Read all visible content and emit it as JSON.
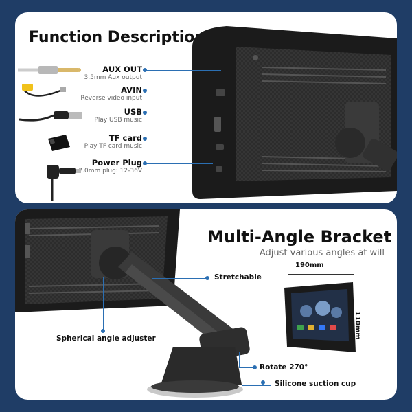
{
  "top_panel": {
    "title": "Function Description",
    "ports": [
      {
        "name": "AUX OUT",
        "desc": "3.5mm Aux output",
        "icon": "audio-jack-icon"
      },
      {
        "name": "AVIN",
        "desc": "Reverse video input",
        "icon": "rca-plug-icon"
      },
      {
        "name": "USB",
        "desc": "Play USB music",
        "icon": "usb-cable-icon"
      },
      {
        "name": "TF card",
        "desc": "Play TF card music",
        "icon": "tf-card-icon"
      },
      {
        "name": "Power Plug",
        "desc": "2.0mm plug: 12-36V",
        "icon": "power-plug-icon"
      }
    ]
  },
  "bottom_panel": {
    "title": "Multi-Angle Bracket",
    "subtitle": "Adjust various angles at will",
    "callouts": {
      "stretchable": "Stretchable",
      "spherical": "Spherical angle adjuster",
      "rotate": "Rotate 270°",
      "suction": "Silicone suction cup"
    },
    "dimensions": {
      "width": "190mm",
      "height": "110mm"
    }
  },
  "colors": {
    "background": "#1f3d66",
    "accent": "#2b6fb3",
    "device": "#2a2a2a"
  }
}
